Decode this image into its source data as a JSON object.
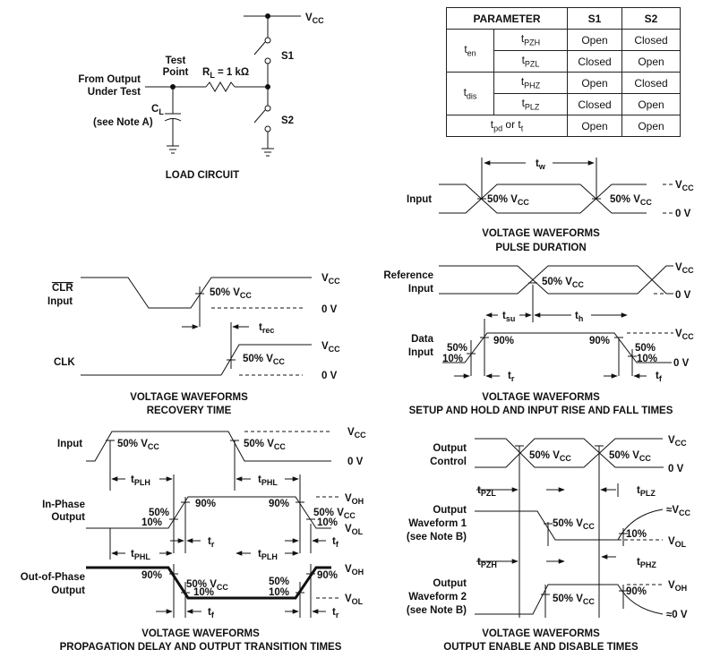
{
  "table": {
    "header": [
      "PARAMETER",
      "S1",
      "S2"
    ],
    "ten": "t",
    "ten_sub": "en",
    "tdis": "t",
    "tdis_sub": "dis",
    "rows": [
      {
        "p": "t",
        "ps": "PZH",
        "s1": "Open",
        "s2": "Closed"
      },
      {
        "p": "t",
        "ps": "PZL",
        "s1": "Closed",
        "s2": "Open"
      },
      {
        "p": "t",
        "ps": "PHZ",
        "s1": "Open",
        "s2": "Closed"
      },
      {
        "p": "t",
        "ps": "PLZ",
        "s1": "Closed",
        "s2": "Open"
      }
    ],
    "last": {
      "p": "t",
      "ps": "pd",
      "mid": " or t",
      "ms": "t",
      "s1": "Open",
      "s2": "Open"
    }
  },
  "load": {
    "vcc": "V",
    "vcc_sub": "CC",
    "s1": "S1",
    "s2": "S2",
    "test_point": [
      "Test",
      "Point"
    ],
    "rl": "R",
    "rl_sub": "L",
    "rl_val": " = 1 kΩ",
    "from_output": [
      "From Output",
      "Under Test"
    ],
    "cl": "C",
    "cl_sub": "L",
    "cl_note": "(see Note A)",
    "title": "LOAD CIRCUIT"
  },
  "common": {
    "v": "V",
    "cc": "CC",
    "oh": "OH",
    "ol": "OL",
    "zero": "0 V",
    "fifty": "50% V",
    "p50": "50%",
    "p90": "90%",
    "p10": "10%",
    "t": "t",
    "r": "r",
    "f": "f",
    "approx": "≈",
    "approx0": "≈0 V"
  },
  "pulse": {
    "input": "Input",
    "tw_sub": "w",
    "title": [
      "VOLTAGE WAVEFORMS",
      "PULSE DURATION"
    ]
  },
  "recovery": {
    "clr": "CLR",
    "input": "Input",
    "clk": "CLK",
    "trec_sub": "rec",
    "title": [
      "VOLTAGE WAVEFORMS",
      "RECOVERY TIME"
    ]
  },
  "setup": {
    "ref": [
      "Reference",
      "Input"
    ],
    "data": [
      "Data",
      "Input"
    ],
    "tsu_sub": "su",
    "th_sub": "h",
    "title": [
      "VOLTAGE WAVEFORMS",
      "SETUP AND HOLD AND INPUT RISE AND FALL TIMES"
    ]
  },
  "prop": {
    "input": "Input",
    "inphase": [
      "In-Phase",
      "Output"
    ],
    "outphase": [
      "Out-of-Phase",
      "Output"
    ],
    "plh_sub": "PLH",
    "phl_sub": "PHL",
    "title": [
      "VOLTAGE WAVEFORMS",
      "PROPAGATION DELAY AND OUTPUT TRANSITION TIMES"
    ]
  },
  "enable": {
    "ctrl": [
      "Output",
      "Control"
    ],
    "wf1": [
      "Output",
      "Waveform 1",
      "(see Note B)"
    ],
    "wf2": [
      "Output",
      "Waveform 2",
      "(see Note B)"
    ],
    "pzl_sub": "PZL",
    "plz_sub": "PLZ",
    "pzh_sub": "PZH",
    "phz_sub": "PHZ",
    "title": [
      "VOLTAGE WAVEFORMS",
      "OUTPUT ENABLE AND DISABLE TIMES"
    ]
  }
}
